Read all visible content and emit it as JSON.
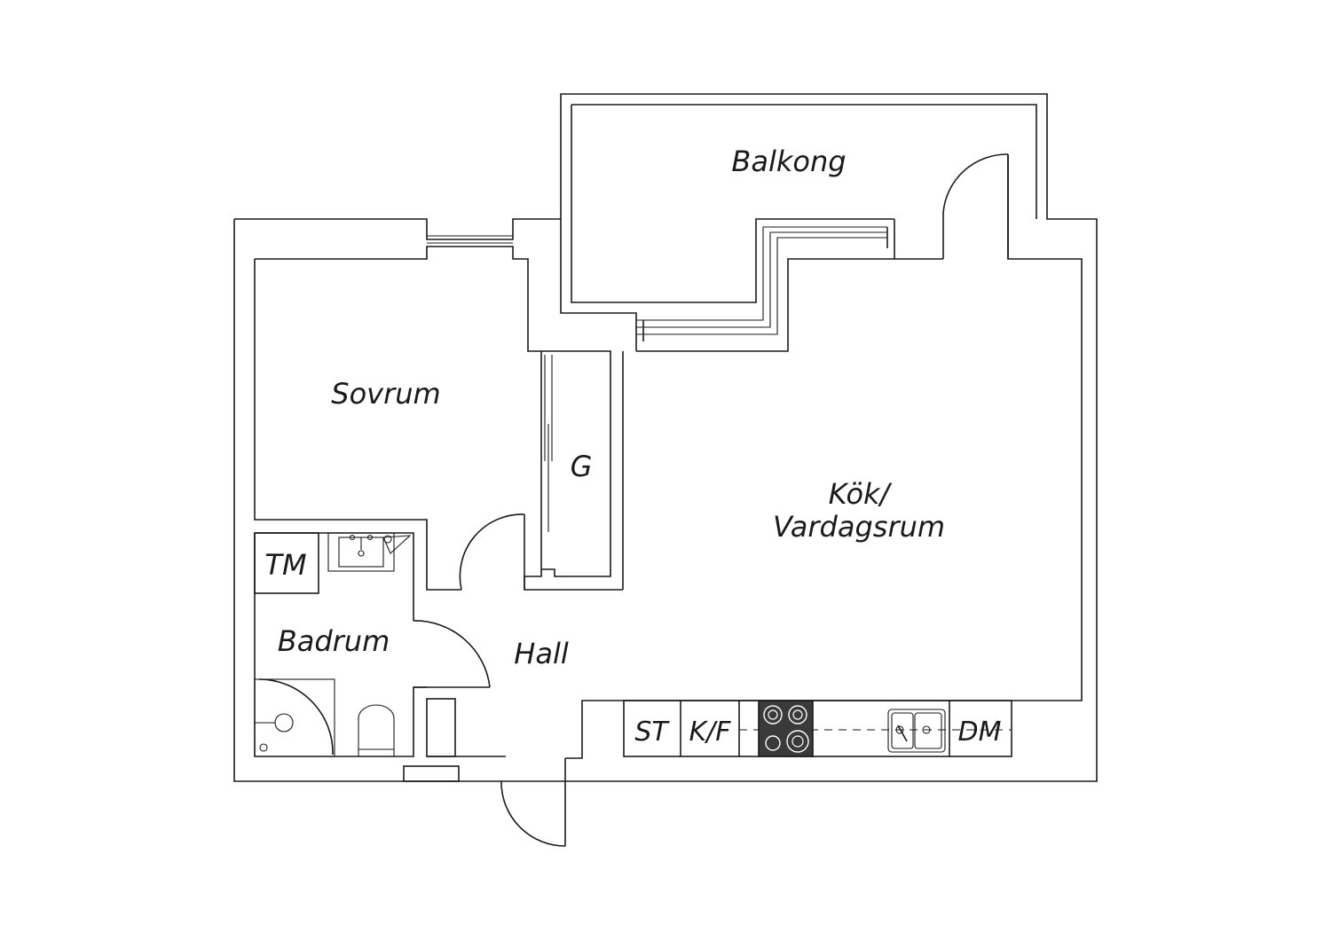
{
  "rooms": {
    "balcony": "Balkong",
    "bedroom": "Sovrum",
    "wardrobe": "G",
    "kitchen_line1": "Kök/",
    "kitchen_line2": "Vardagsrum",
    "laundry": "TM",
    "bathroom": "Badrum",
    "hall": "Hall"
  },
  "appliances": {
    "stove_cabinet": "ST",
    "fridge_freezer": "K/F",
    "dishwasher": "DM"
  },
  "colors": {
    "line": "#1a1a1a",
    "background": "#ffffff",
    "hob": "#3a3a3a"
  }
}
